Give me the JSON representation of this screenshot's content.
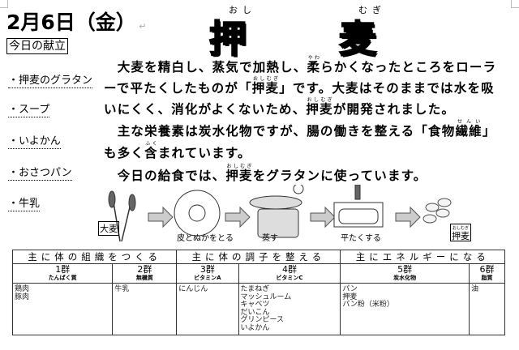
{
  "header": {
    "date": "2月6日（金）",
    "title_chars": [
      "押",
      "麦"
    ],
    "title_furigana": [
      "おし",
      "むぎ"
    ]
  },
  "kondate_label": "今日の献立",
  "menu": [
    "・押麦のグラタン",
    "・スープ",
    "・いよかん",
    "・おさつパン",
    "・牛乳"
  ],
  "body_lines": [
    [
      {
        "t": "　大麦を精白し、蒸気で加熱し、"
      },
      {
        "t": "柔",
        "r": "やわ"
      },
      {
        "t": "らかくなったところをローラ"
      }
    ],
    [
      {
        "t": "ーで平たくしたものが「"
      },
      {
        "t": "押麦",
        "r": "おしむぎ"
      },
      {
        "t": "」です。大麦はそのままでは水を吸"
      }
    ],
    [
      {
        "t": "いにくく、消化がよくないため、"
      },
      {
        "t": "押麦",
        "r": "おしむぎ"
      },
      {
        "t": "が開発されました。"
      }
    ],
    [
      {
        "t": "　主な栄養素は炭水化物ですが、腸の働きを整える「食物"
      },
      {
        "t": "繊維",
        "r": "せんい"
      },
      {
        "t": "」"
      }
    ],
    [
      {
        "t": "も多く"
      },
      {
        "t": "含",
        "r": "ふく"
      },
      {
        "t": "まれています。"
      }
    ],
    [
      {
        "t": "　今日の給食では、"
      },
      {
        "t": "押麦",
        "r": "おしむぎ"
      },
      {
        "t": "をグラタンに使っています。"
      }
    ]
  ],
  "process": {
    "start_label": "大麦",
    "steps": [
      "皮とぬかをとる",
      "蒸す",
      "平たくする"
    ],
    "end_label": "押麦",
    "end_furigana": "おしむぎ"
  },
  "table": {
    "groups": [
      "主に体の組織をつくる",
      "主に体の調子を整える",
      "主にエネルギーになる"
    ],
    "columns": [
      {
        "name": "1群",
        "sub": "たんぱく質",
        "items": [
          "鶏肉",
          "豚肉"
        ]
      },
      {
        "name": "2群",
        "sub": "無機質",
        "items": [
          "牛乳"
        ]
      },
      {
        "name": "3群",
        "sub": "ビタミンA",
        "items": [
          "にんじん"
        ]
      },
      {
        "name": "4群",
        "sub": "ビタミンC",
        "items": [
          "たまねぎ",
          "マッシュルーム",
          "キャベツ",
          "だいこん",
          "グリンピース",
          "いよかん"
        ]
      },
      {
        "name": "5群",
        "sub": "炭水化物",
        "items": [
          "パン",
          "押麦",
          "パン粉（米粉）"
        ]
      },
      {
        "name": "6群",
        "sub": "脂質",
        "items": [
          "油"
        ]
      }
    ]
  }
}
